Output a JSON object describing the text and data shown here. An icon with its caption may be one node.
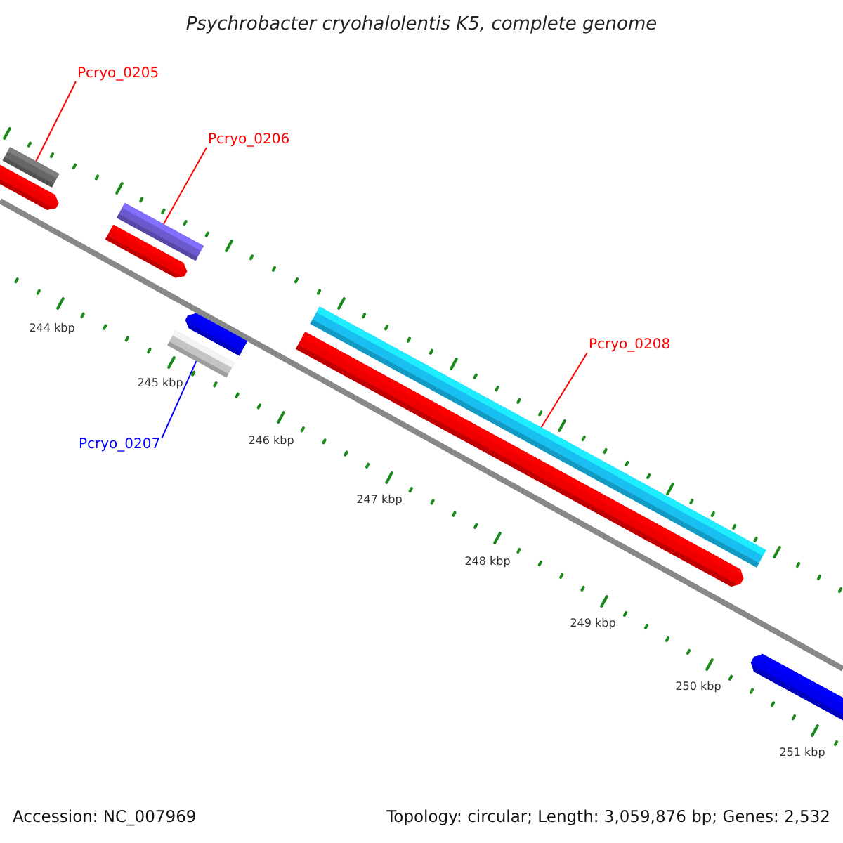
{
  "diagram": {
    "title": "Psychrobacter cryohalolentis K5, complete genome",
    "nodes": [
      {
        "text": [
          "Pcryo_0205"
        ]
      },
      {
        "text": [],
        "shape": "bar"
      },
      {
        "text": [
          "Pcryo_0206"
        ]
      },
      {
        "text": [],
        "shape": "bar"
      },
      {
        "text": [
          "Pcryo_0208"
        ]
      },
      {
        "text": [],
        "shape": "bar"
      },
      {
        "text": [
          "Pcryo_0207"
        ]
      },
      {
        "text": [],
        "shape": "bar"
      }
    ],
    "edges": [
      {
        "from": 0,
        "to": 1,
        "arrow": "none"
      },
      {
        "from": 2,
        "to": 3,
        "arrow": "none"
      },
      {
        "from": 4,
        "to": 5,
        "arrow": "none"
      },
      {
        "from": 6,
        "to": 7,
        "arrow": "none",
        "color": "#0000ff"
      }
    ],
    "labels": [
      "244 kbp",
      "245 kbp",
      "246 kbp",
      "247 kbp",
      "248 kbp",
      "249 kbp",
      "250 kbp",
      "251 kbp",
      "Accession: NC_007969",
      "Topology: circular; Length: 3,059,876 bp; Genes: 2,532"
    ]
  }
}
